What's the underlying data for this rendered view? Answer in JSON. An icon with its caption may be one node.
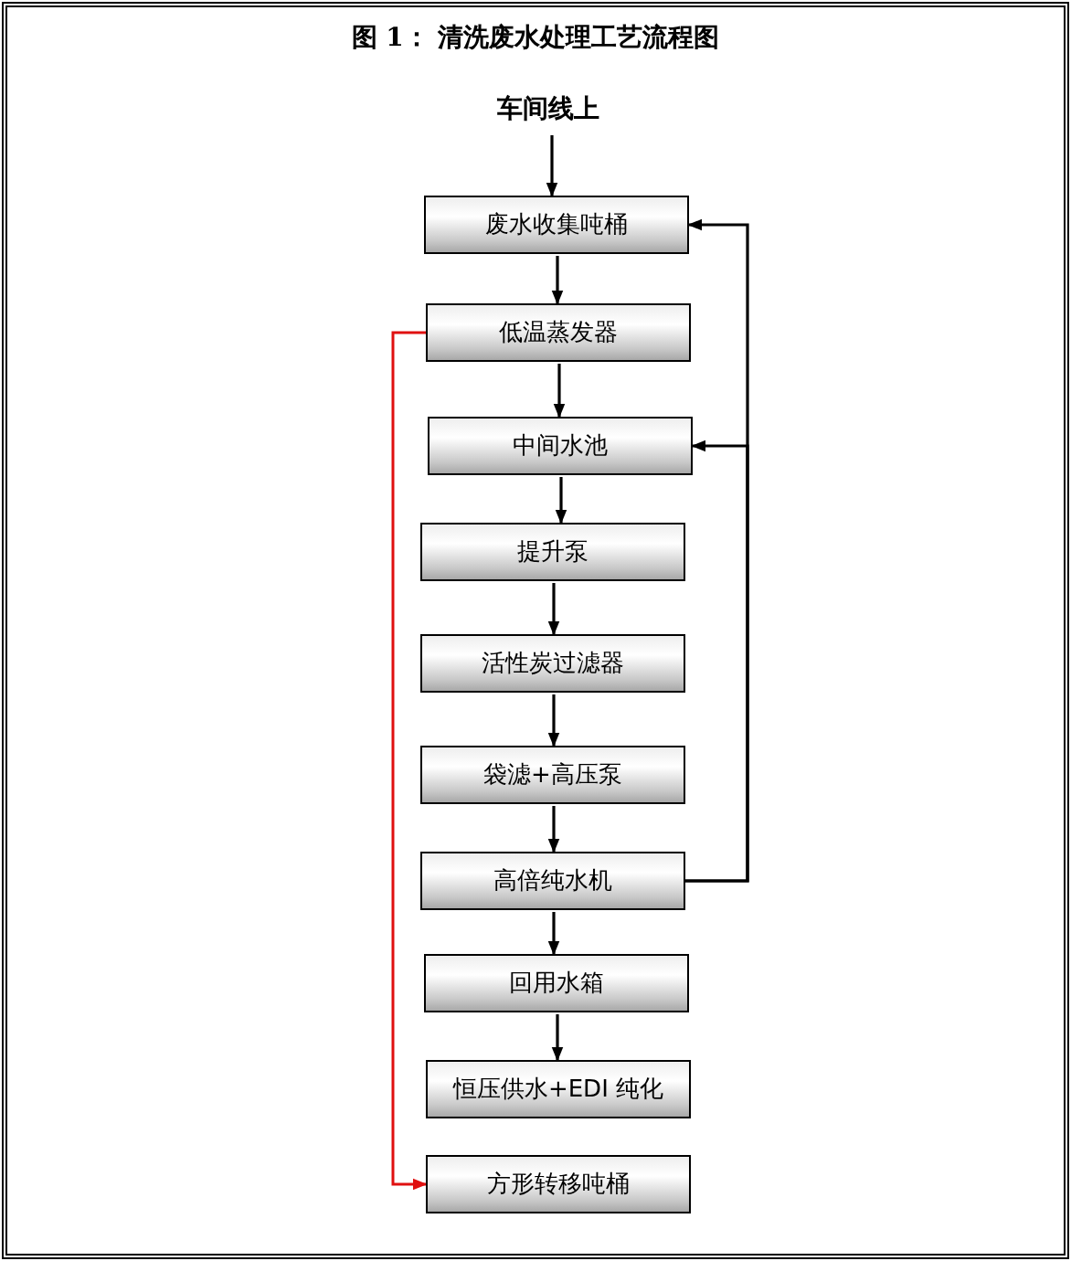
{
  "diagram": {
    "title": "图 1：  清洗废水处理工艺流程图",
    "nodes": [
      {
        "text": [
          "车间线上"
        ]
      },
      {
        "text": [
          "废水收集吨桶"
        ]
      },
      {
        "text": [
          "低温蒸发器"
        ]
      },
      {
        "text": [
          "中间水池"
        ]
      },
      {
        "text": [
          "提升泵"
        ]
      },
      {
        "text": [
          "活性炭过滤器"
        ]
      },
      {
        "text": [
          "袋滤+高压泵"
        ]
      },
      {
        "text": [
          "高倍纯水机"
        ]
      },
      {
        "text": [
          "回用水箱"
        ]
      },
      {
        "text": [
          "恒压供水+EDI 纯化"
        ]
      },
      {
        "text": [
          "方形转移吨桶"
        ]
      }
    ],
    "edges": [
      {
        "from": 0,
        "to": 1,
        "arrow": "to"
      },
      {
        "from": 1,
        "to": 2,
        "arrow": "to"
      },
      {
        "from": 2,
        "to": 3,
        "arrow": "to"
      },
      {
        "from": 3,
        "to": 4,
        "arrow": "to"
      },
      {
        "from": 4,
        "to": 5,
        "arrow": "to"
      },
      {
        "from": 5,
        "to": 6,
        "arrow": "to"
      },
      {
        "from": 6,
        "to": 7,
        "arrow": "to"
      },
      {
        "from": 7,
        "to": 8,
        "arrow": "to"
      },
      {
        "from": 8,
        "to": 9,
        "arrow": "to"
      },
      {
        "from": 2,
        "to": 10,
        "arrow": "to",
        "color": "#e01010"
      },
      {
        "from": 7,
        "to": 1,
        "arrow": "to"
      },
      {
        "from": 7,
        "to": 3,
        "arrow": "to"
      }
    ]
  }
}
